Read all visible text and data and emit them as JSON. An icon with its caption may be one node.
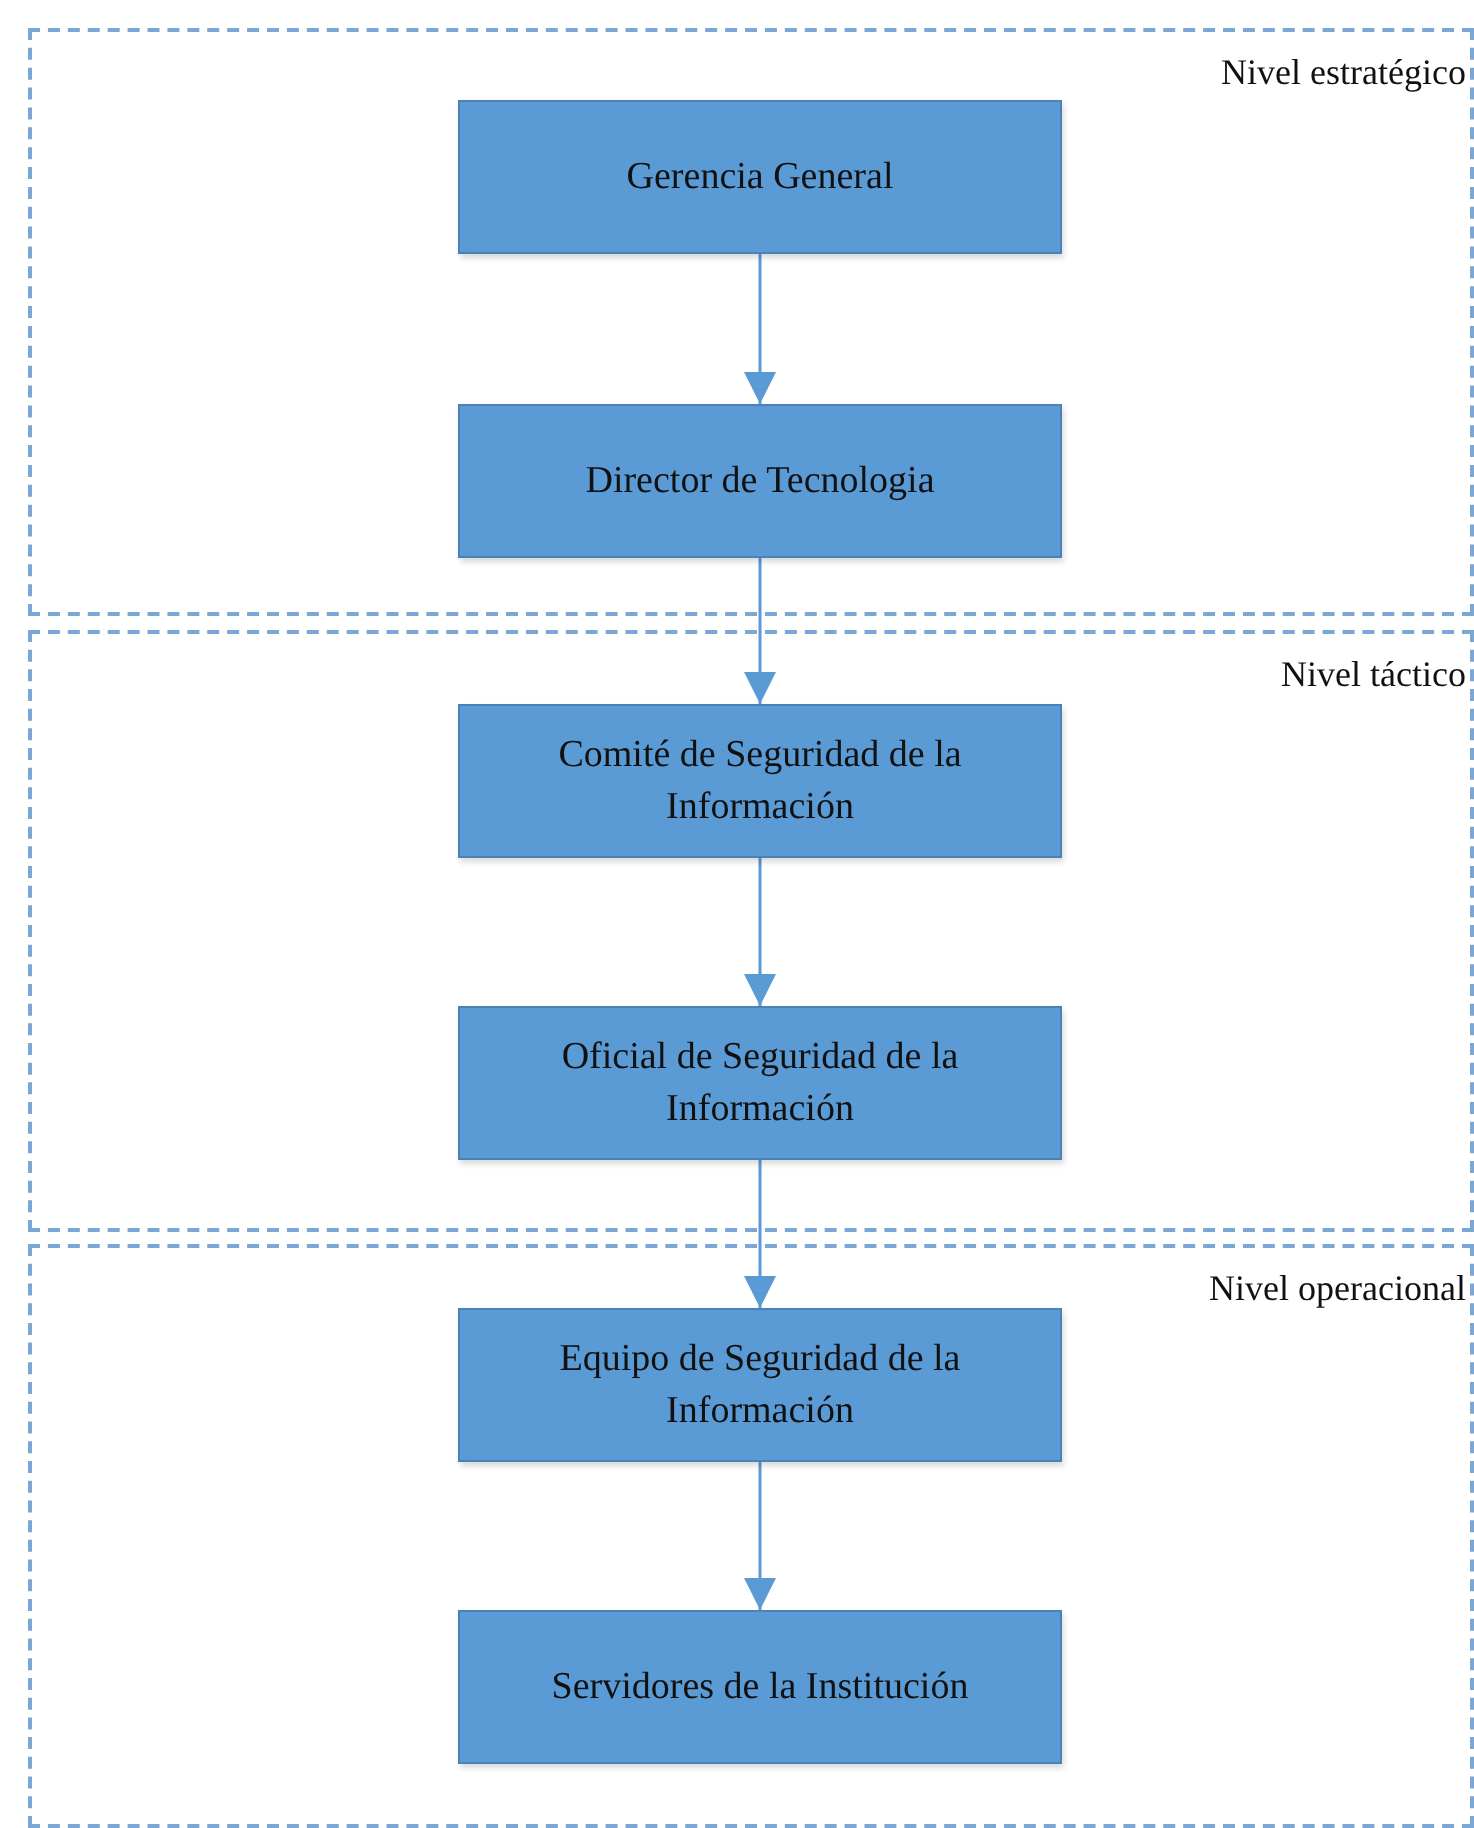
{
  "diagram": {
    "nodes": [
      {
        "text": [
          "Nivel estratégico"
        ]
      },
      {
        "text": [
          "Gerencia General"
        ],
        "in": 0
      },
      {
        "text": [
          "Director de Tecnologia"
        ],
        "in": 0
      },
      {
        "text": [
          "Nivel táctico"
        ]
      },
      {
        "text": [
          "Comité de Seguridad de la Información"
        ],
        "in": 3
      },
      {
        "text": [
          "Oficial de Seguridad de la Información"
        ],
        "in": 3
      },
      {
        "text": [
          "Nivel operacional"
        ]
      },
      {
        "text": [
          "Equipo de Seguridad de la Información"
        ],
        "in": 6
      },
      {
        "text": [
          "Servidores de la Institución"
        ],
        "in": 6
      }
    ],
    "edges": [
      {
        "from": 1,
        "to": 2,
        "arrow": "to"
      },
      {
        "from": 2,
        "to": 4,
        "arrow": "to"
      },
      {
        "from": 4,
        "to": 5,
        "arrow": "to"
      },
      {
        "from": 5,
        "to": 7,
        "arrow": "to"
      },
      {
        "from": 7,
        "to": 8,
        "arrow": "to"
      }
    ]
  }
}
